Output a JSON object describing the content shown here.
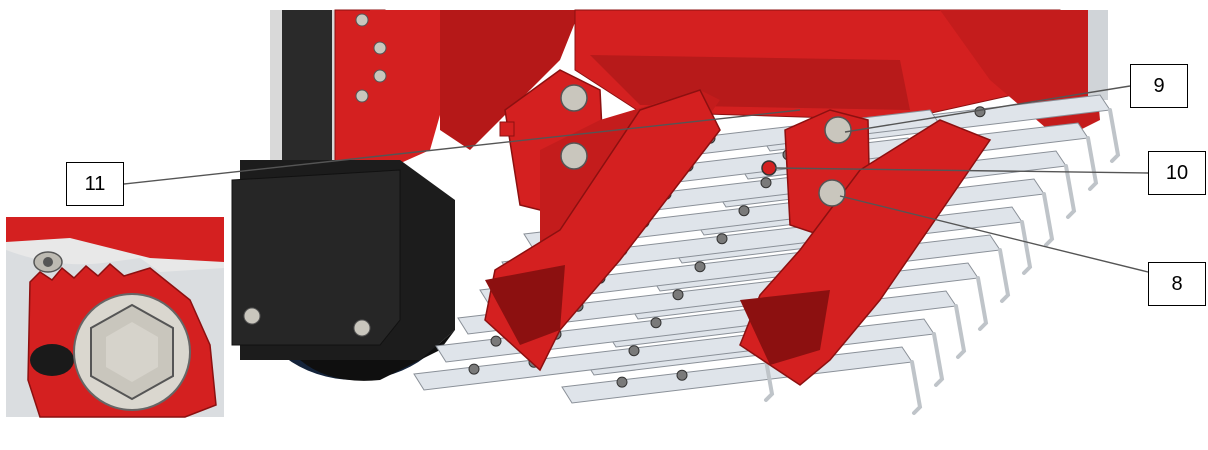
{
  "callouts": [
    {
      "id": "9",
      "label": "9"
    },
    {
      "id": "10",
      "label": "10"
    },
    {
      "id": "8",
      "label": "8"
    },
    {
      "id": "11",
      "label": "11"
    }
  ],
  "colors": {
    "frame_red": "#d42020",
    "frame_red_dark": "#9c1414",
    "roller_black": "#1c1c1c",
    "tine_plate": "#dfe4ea",
    "bolt_steel": "#c9c6bd"
  },
  "icons": {
    "detail_inset": "bolt-detail-inset-illustration",
    "main_view": "harrow-tine-assembly-illustration"
  }
}
